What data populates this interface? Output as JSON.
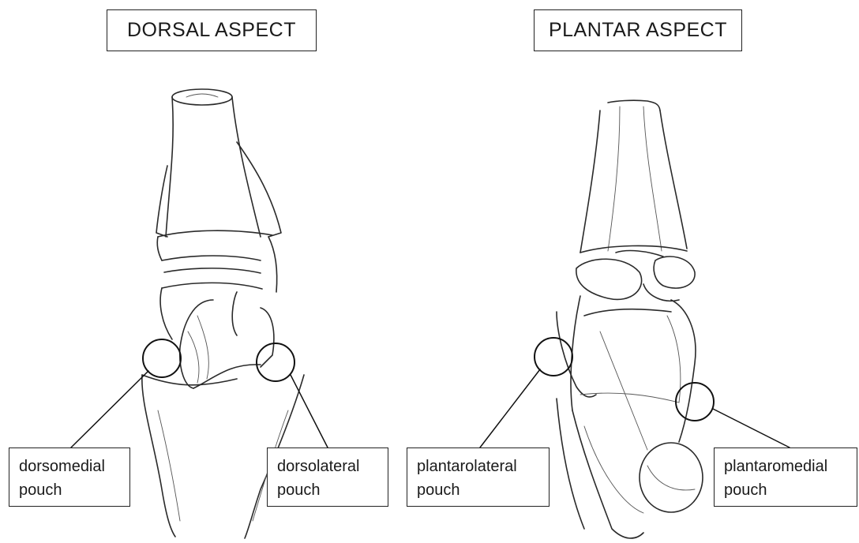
{
  "headings": {
    "left": "DORSAL ASPECT",
    "right": "PLANTAR ASPECT"
  },
  "labels": {
    "dorsomedial": [
      "dorsomedial",
      "pouch"
    ],
    "dorsolateral": [
      "dorsolateral",
      "pouch"
    ],
    "plantarolateral": [
      "plantarolateral",
      "pouch"
    ],
    "plantaromedial": [
      "plantaromedial",
      "pouch"
    ]
  }
}
